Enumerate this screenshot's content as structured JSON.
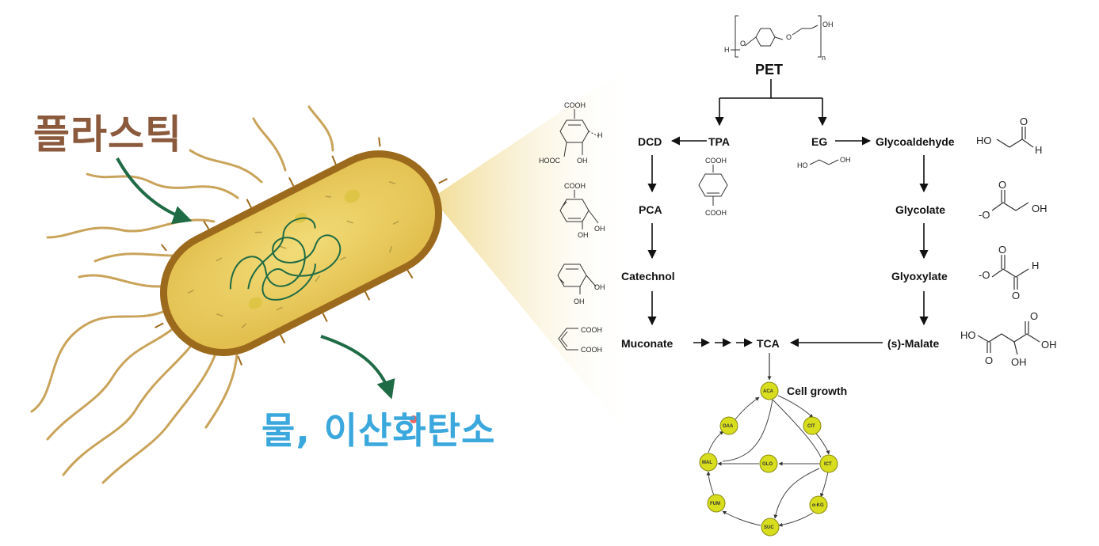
{
  "left_panel": {
    "input_label": "플라스틱",
    "output_label": "물, 이산화탄소",
    "colors": {
      "input": "#8b5a3c",
      "output": "#3aa7dd",
      "arrow": "#1f6b45",
      "cell_fill": "#e8c95a",
      "cell_border": "#9c6a1c"
    }
  },
  "pathway": {
    "pet_label": "PET",
    "pet_structure": {
      "h": "H",
      "o1": "O",
      "o2": "O",
      "oh": "OH",
      "n": "n"
    },
    "nodes": {
      "dcd": "DCD",
      "tpa": "TPA",
      "eg": "EG",
      "glycoaldehyde": "Glycoaldehyde",
      "pca": "PCA",
      "glycolate": "Glycolate",
      "catechnol": "Catechnol",
      "glyoxylate": "Glyoxylate",
      "muconate": "Muconate",
      "tca": "TCA",
      "s_malate": "(s)-Malate",
      "cell_growth": "Cell growth"
    },
    "structures": {
      "dcd": {
        "cooh": "COOH",
        "h": "H",
        "hooc": "HOOC",
        "oh": "OH"
      },
      "pca": {
        "cooh": "COOH",
        "oh1": "OH",
        "oh2": "OH"
      },
      "catechol": {
        "oh1": "OH",
        "oh2": "OH"
      },
      "muconate": {
        "cooh1": "COOH",
        "cooh2": "COOH"
      },
      "tpa": {
        "cooh1": "COOH",
        "cooh2": "COOH"
      },
      "eg": {
        "ho": "HO",
        "oh": "OH"
      },
      "glycoaldehyde": {
        "ho": "HO",
        "o": "O",
        "h": "H"
      },
      "glycolate": {
        "o_minus": "-O",
        "o": "O",
        "oh": "OH"
      },
      "glyoxylate": {
        "o_minus": "-O",
        "o1": "O",
        "o2": "O",
        "h": "H"
      },
      "malate": {
        "ho": "HO",
        "o1": "O",
        "o2": "O",
        "oh": "OH",
        "oh2": "OH"
      }
    },
    "cycle": [
      "ACA",
      "CIT",
      "ICT",
      "α-KG",
      "SUC",
      "FUM",
      "MAL",
      "OAA",
      "GLO"
    ],
    "colors": {
      "cycle_node": "#d8de1e",
      "cycle_stroke": "#8a8a10",
      "arrow": "#111111",
      "glow": "#f3e2a4"
    }
  }
}
